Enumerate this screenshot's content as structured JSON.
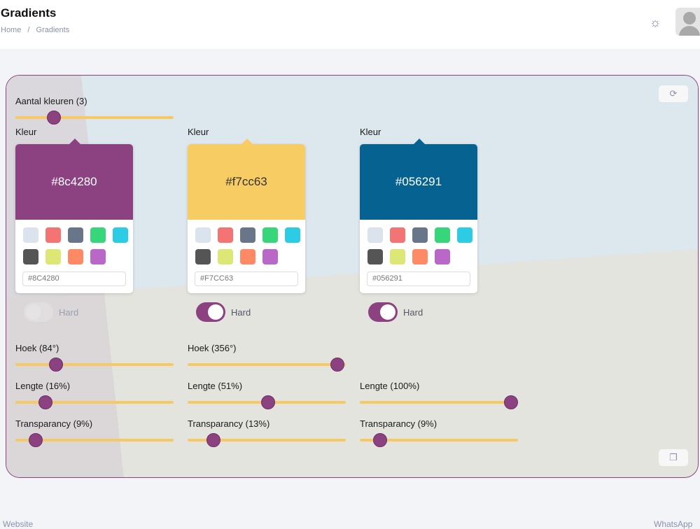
{
  "header": {
    "title": "Gradients",
    "breadcrumb": [
      "Home",
      "/",
      "Gradients"
    ],
    "theme_icon": "theme-toggle-icon",
    "avatar_icon": "user-avatar-icon"
  },
  "controls": {
    "count_label": "Aantal kleuren (3)",
    "count_value": 3,
    "count_fraction": 0.22
  },
  "colors": [
    {
      "label": "Kleur",
      "hex_display": "#8c4280",
      "hex_input": "#8C4280",
      "color": "#8c4280",
      "text_color": "#ffffff",
      "hard_label": "Hard",
      "hard_on": false,
      "disabled": true,
      "angle_label": "Hoek (84°)",
      "angle": 84,
      "length_label": "Lengte (16%)",
      "length": 16,
      "transparency_label": "Transparancy (9%)",
      "transparency": 9
    },
    {
      "label": "Kleur",
      "hex_display": "#f7cc63",
      "hex_input": "#F7CC63",
      "color": "#f7cc63",
      "text_color": "#333333",
      "hard_label": "Hard",
      "hard_on": true,
      "disabled": false,
      "angle_label": "Hoek (356°)",
      "angle": 356,
      "length_label": "Lengte (51%)",
      "length": 51,
      "transparency_label": "Transparancy (13%)",
      "transparency": 13
    },
    {
      "label": "Kleur",
      "hex_display": "#056291",
      "hex_input": "#056291",
      "color": "#056291",
      "text_color": "#ffffff",
      "hard_label": "Hard",
      "hard_on": true,
      "disabled": false,
      "length_label": "Lengte (100%)",
      "length": 100,
      "transparency_label": "Transparancy (9%)",
      "transparency": 9
    }
  ],
  "palette": [
    "#dbe3ef",
    "#f47373",
    "#697689",
    "#37d67a",
    "#2ccce4",
    "#555555",
    "#dce775",
    "#ff8a65",
    "#ba68c8"
  ],
  "accent": "#8c4280",
  "track_color": "#f7c964",
  "buttons": {
    "rotate_icon": "rotate-icon",
    "copy_icon": "copy-icon"
  },
  "footer": {
    "left": "Website",
    "right": "WhatsApp"
  }
}
